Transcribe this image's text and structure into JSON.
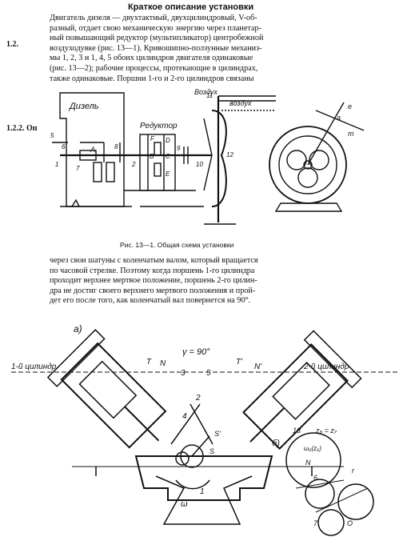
{
  "page": {
    "title": "Краткое описание установки",
    "section_a": "1.2.",
    "section_b": "1.2.2. Оп",
    "para1": [
      "Двигатель дизеля — двухтактный, двухцилиндровый, V-об-",
      "разный, отдает свою механическую энергию через планетар-",
      "ный повышающий редуктор (мультипликатор) центробежной",
      "воздуходувке (рис. 13—1). Кривошипно-ползунные механиз-",
      "мы 1, 2, 3 и 1, 4, 5 обоих цилиндров двигателя одинаковые",
      "(рис. 13—2); рабочие процессы, протекающие в цилиндрах,",
      "также одинаковые. Поршни 1-го и 2-го цилиндров связаны"
    ],
    "para2": [
      "через свои шатуны с коленчатым валом, который вращается",
      "по часовой стрелке. Поэтому когда поршень 1-го цилиндра",
      "проходит верхнее мертвое положение, поршень 2-го цилин-",
      "дра не достиг своего верхнего мертвого положения и прой-",
      "дет его после того, как коленчатый вал повернется на 90°."
    ],
    "caption": "Рис. 13—1. Общая схема установки"
  },
  "fig1": {
    "diesel": "Дизель",
    "reducer": "Редуктор",
    "air_in": "Воздух",
    "air_out": "воздух",
    "A": "A",
    "B": "B",
    "C": "C",
    "D": "D",
    "E": "E",
    "F": "F",
    "n1": "1",
    "n2": "2",
    "n5": "5",
    "n6": "6",
    "n7": "7",
    "n8": "8",
    "n9": "9",
    "n10": "10",
    "n11": "11",
    "n12": "12",
    "a": "a",
    "e": "e",
    "m": "m"
  },
  "fig2": {
    "label_a": "а)",
    "cyl1": "1-й цилиндр",
    "cyl2": "2-й цилиндр",
    "gamma": "γ = 90°",
    "T": "T",
    "N": "N",
    "T1": "T'",
    "N1": "N'",
    "n1": "1",
    "n2": "2",
    "n3": "3",
    "n4": "4",
    "n5": "5",
    "S": "S",
    "S1": "S'",
    "omega": "ω",
    "label_b": "б)",
    "zeq": "z₆ = z₇",
    "n6": "6",
    "n7": "7",
    "n13": "13",
    "omega_m": "ω₆(z₆)",
    "Nb": "N",
    "Ob": "O",
    "r": "r"
  }
}
